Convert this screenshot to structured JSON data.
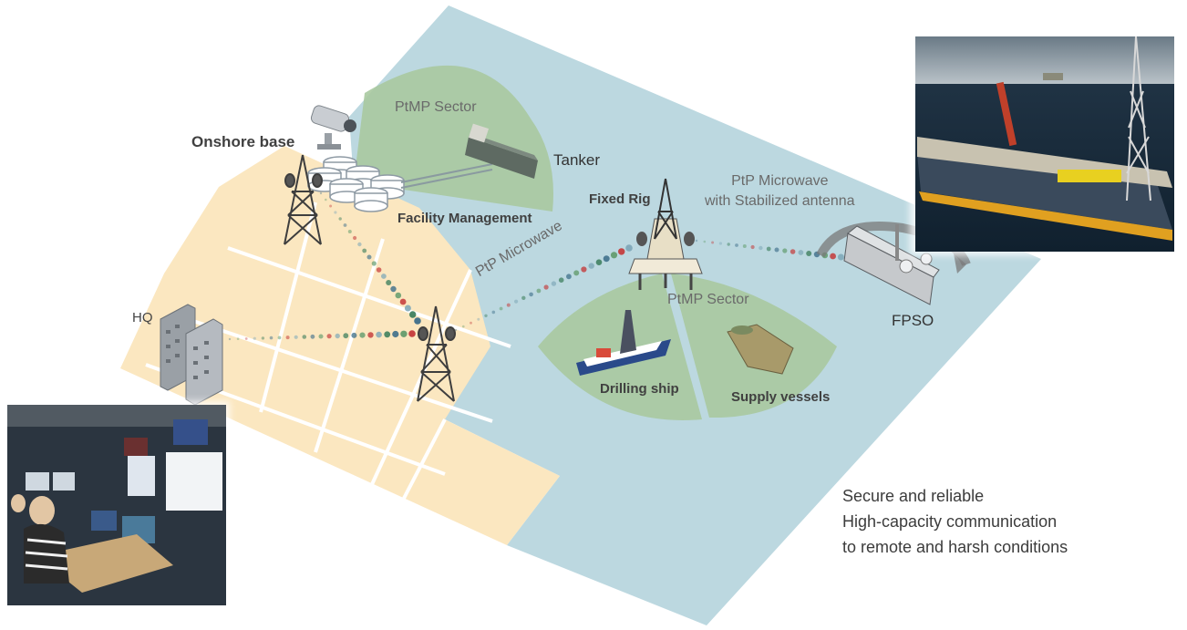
{
  "labels": {
    "onshore_base": "Onshore base",
    "ptmp_sector_top": "PtMP Sector",
    "tanker": "Tanker",
    "facility_management": "Facility Management",
    "fixed_rig": "Fixed Rig",
    "ptp_microwave_stabilized": "PtP Microwave\nwith Stabilized antenna",
    "ptp_microwave": "PtP Microwave",
    "ptmp_sector_mid": "PtMP Sector",
    "hq": "HQ",
    "drilling_ship": "Drilling ship",
    "supply_vessels": "Supply vessels",
    "fpso": "FPSO"
  },
  "footer": {
    "line1": "Secure and reliable",
    "line2": "High-capacity communication",
    "line3": "to remote and harsh conditions"
  },
  "colors": {
    "sea": "#bcd8e0",
    "land": "#fbe7c0",
    "sector": "#a8c9a0",
    "link_dots": [
      "#3d6e8a",
      "#5f9a6a",
      "#c43a3a",
      "#7fa8b8",
      "#3a7d5a"
    ]
  },
  "icons": [
    "cctv-camera-icon",
    "storage-tanks-icon",
    "radio-tower-icon",
    "offshore-rig-icon",
    "office-building-icon",
    "tanker-ship-icon",
    "drilling-ship-icon",
    "supply-vessel-icon",
    "fpso-ship-icon"
  ]
}
